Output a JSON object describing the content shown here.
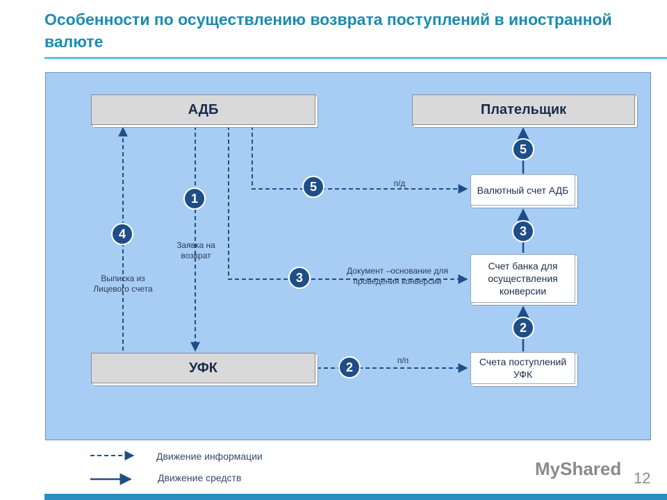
{
  "title": "Особенности по осуществлению возврата поступлений в иностранной валюте",
  "boxes": {
    "adb": "АДБ",
    "payer": "Плательщик",
    "ufk": "УФК",
    "currency_account": "Валютный счет АДБ",
    "conversion_account": "Счет банка для осуществления конверсии",
    "receipts_account": "Счета поступлений УФК"
  },
  "badges": {
    "b1": "1",
    "b2": "2",
    "b2r": "2",
    "b3": "3",
    "b3r": "3",
    "b4": "4",
    "b5": "5",
    "b5r": "5"
  },
  "labels": {
    "request": "Заявка на возврат",
    "statement": "Выписка из Лицевого счета",
    "pd": "п/д",
    "document": "Документ –основание для проведения конверсии",
    "pp": "п/п"
  },
  "legend": {
    "info": "Движение информации",
    "funds": "Движение средств"
  },
  "watermark": "MyShared",
  "page_number": "12"
}
